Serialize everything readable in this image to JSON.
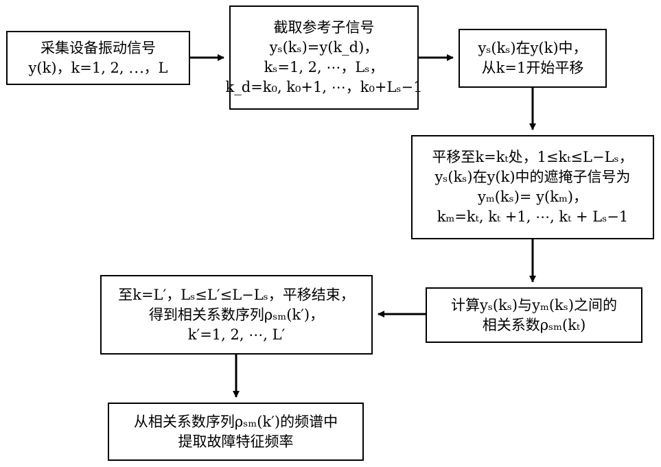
{
  "nodes": {
    "collect": {
      "lines": [
        "采集设备振动信号",
        "y(k)，k=1, 2, ⋯，L"
      ]
    },
    "reference": {
      "lines": [
        "截取参考子信号",
        "yₛ(kₛ)=y(k_d)，",
        "kₛ=1, 2, ⋯，Lₛ，",
        "k_d=k₀, k₀+1, ⋯，k₀+Lₛ−1"
      ]
    },
    "shift": {
      "lines": [
        "yₛ(kₛ)在y(k)中，",
        "从k=1开始平移"
      ]
    },
    "mask": {
      "lines": [
        "平移至k=kₜ处，1≤kₜ≤L−Lₛ，",
        "yₛ(kₛ)在y(k)中的遮掩子信号为",
        "yₘ(kₛ)= y(kₘ)，",
        "kₘ=kₜ, kₜ +1, ⋯, kₜ + Lₛ−1"
      ]
    },
    "correlate": {
      "lines": [
        "计算yₛ(kₛ)与yₘ(kₛ)之间的",
        "相关系数ρₛₘ(kₜ)"
      ]
    },
    "sequence": {
      "lines": [
        "至k=L′，Lₛ≤L′≤L−Lₛ，平移结束，",
        "得到相关系数序列ρₛₘ(k′)，",
        "k′=1, 2, ⋯, L′"
      ]
    },
    "extract": {
      "lines": [
        "从相关系数序列ρₛₘ(k′)的频谱中",
        "提取故障特征频率"
      ]
    }
  },
  "edges": [
    {
      "from": "collect",
      "to": "reference"
    },
    {
      "from": "reference",
      "to": "shift"
    },
    {
      "from": "shift",
      "to": "mask"
    },
    {
      "from": "mask",
      "to": "correlate"
    },
    {
      "from": "correlate",
      "to": "sequence"
    },
    {
      "from": "sequence",
      "to": "extract"
    }
  ]
}
